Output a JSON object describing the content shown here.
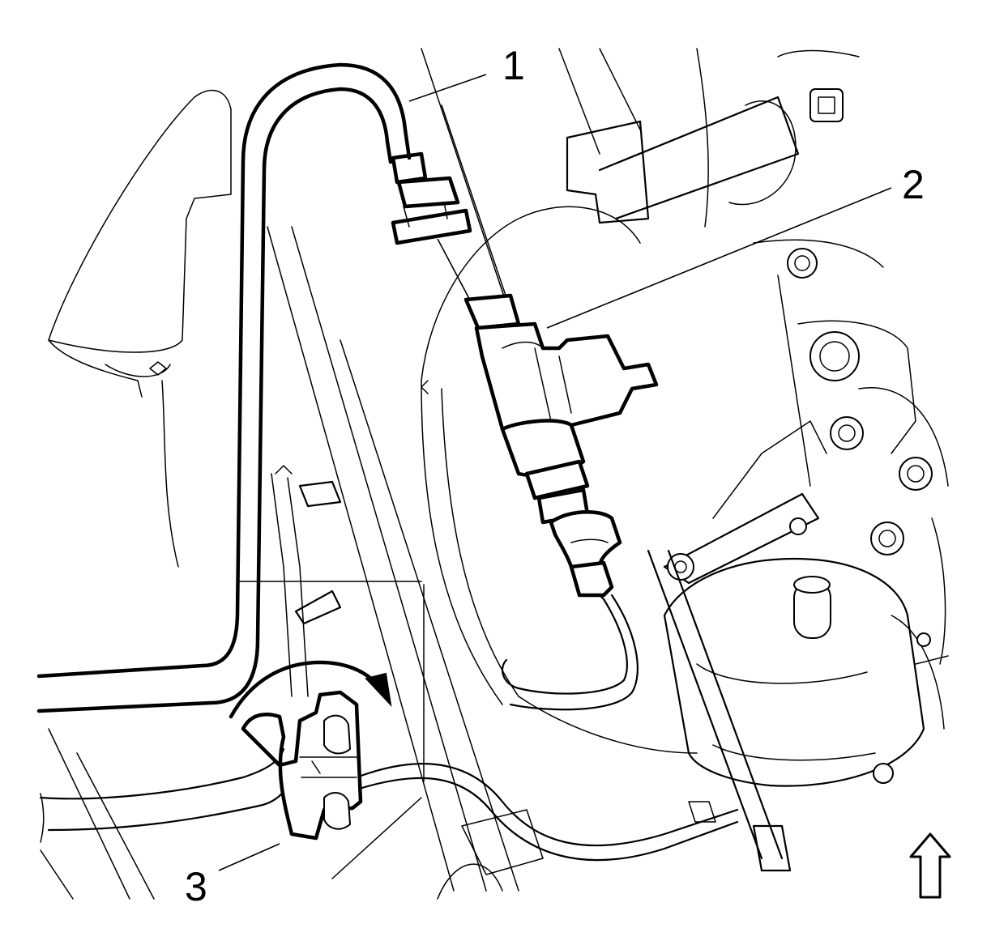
{
  "callouts": {
    "one": "1",
    "two": "2",
    "three": "3"
  },
  "icons": {
    "direction": "up-arrow-icon"
  }
}
